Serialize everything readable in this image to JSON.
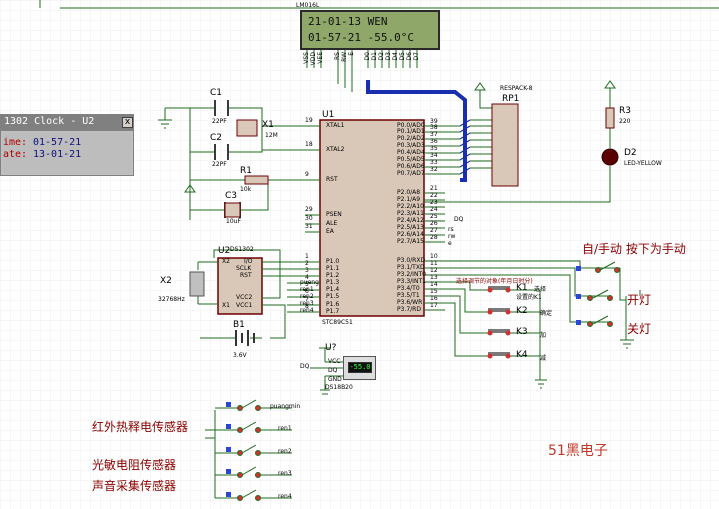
{
  "lcd": {
    "part": "LM016L",
    "line1": "21-01-13 WEN",
    "line2": "01-57-21 -55.0°C",
    "pins": [
      "VSS",
      "VDD",
      "VEE",
      "RS",
      "RW",
      "E",
      "D0",
      "D1",
      "D2",
      "D3",
      "D4",
      "D5",
      "D6",
      "D7"
    ]
  },
  "ds_window": {
    "title": "1302 Clock - U2",
    "close": "x",
    "time_label": "ime:",
    "time_value": "01-57-21",
    "date_label": "ate:",
    "date_value": "13-01-21"
  },
  "components": {
    "u1": {
      "ref": "U1",
      "part": "STC89C51",
      "left_pins": [
        "XTAL1",
        "XTAL2",
        "RST",
        "PSEN",
        "ALE",
        "EA",
        "P1.0",
        "P1.1",
        "P1.2",
        "P1.3",
        "P1.4",
        "P1.5",
        "P1.6",
        "P1.7"
      ],
      "left_nums": [
        "19",
        "18",
        "9",
        "29",
        "30",
        "31",
        "1",
        "2",
        "3",
        "4",
        "5",
        "6",
        "7",
        "8"
      ],
      "right_pins": [
        "P0.0/AD0",
        "P0.1/AD1",
        "P0.2/AD2",
        "P0.3/AD3",
        "P0.4/AD4",
        "P0.5/AD5",
        "P0.6/AD6",
        "P0.7/AD7",
        "P2.0/A8",
        "P2.1/A9",
        "P2.2/A10",
        "P2.3/A11",
        "P2.4/A12",
        "P2.5/A13",
        "P2.6/A14",
        "P2.7/A15",
        "P3.0/RXD",
        "P3.1/TXD",
        "P3.2/INT0",
        "P3.3/INT1",
        "P3.4/T0",
        "P3.5/T1",
        "P3.6/WR",
        "P3.7/RD"
      ],
      "right_nums": [
        "39",
        "38",
        "37",
        "36",
        "35",
        "34",
        "33",
        "32",
        "21",
        "22",
        "23",
        "24",
        "25",
        "26",
        "27",
        "28",
        "10",
        "11",
        "12",
        "13",
        "14",
        "15",
        "16",
        "17"
      ]
    },
    "u2": {
      "ref": "U2",
      "part": "DS1302",
      "pins": [
        "X2",
        "SCLK",
        "RST",
        "I/O",
        "X1",
        "VCC2",
        "VCC1"
      ]
    },
    "u7": {
      "ref": "U?",
      "part": "DS18B20",
      "pins": [
        "VCC",
        "DQ",
        "GND"
      ],
      "display": "-55.0"
    },
    "rp1": {
      "ref": "RP1",
      "part": "RESPACK-8"
    },
    "c1": {
      "ref": "C1",
      "value": "22PF"
    },
    "c2": {
      "ref": "C2",
      "value": "22PF"
    },
    "c3": {
      "ref": "C3",
      "value": "10uF"
    },
    "x1": {
      "ref": "X1",
      "value": "12M"
    },
    "x2": {
      "ref": "X2",
      "value": "32768Hz"
    },
    "r1": {
      "ref": "R1",
      "value": "10k"
    },
    "r3": {
      "ref": "R3",
      "value": "220"
    },
    "d2": {
      "ref": "D2",
      "part": "LED-YELLOW"
    },
    "b1": {
      "ref": "B1",
      "value": "3.6V"
    },
    "dq": "DQ",
    "p2_labels": [
      "DQ",
      "rs",
      "rw",
      "e"
    ],
    "p1_nets": [
      "pueng",
      "ren1",
      "ren2",
      "ren3",
      "ren4"
    ],
    "keys": [
      {
        "ref": "K1",
        "label": "选择",
        "note": "选择调节的对象(年月日时分)",
        "sub": "设置的K1"
      },
      {
        "ref": "K2",
        "label": "确定"
      },
      {
        "ref": "K3",
        "label": "加"
      },
      {
        "ref": "K4",
        "label": "减"
      }
    ],
    "sensors": [
      "puangmin",
      "ren1",
      "ren2",
      "ren3",
      "ren4"
    ]
  },
  "annotations": {
    "auto_manual": "自/手动 按下为手动",
    "light_on": "开灯",
    "light_off": "关灯",
    "pir": "红外热释电传感器",
    "ldr": "光敏电阻传感器",
    "sound": "声音采集传感器",
    "brand": "51黑电子"
  },
  "colors": {
    "wire": "#1f6b1f",
    "bus": "#1a2fb0",
    "part_fill": "#d9c7b8",
    "part_border": "#6b0000",
    "annotation": "#8b0000",
    "brand": "#c0392b",
    "grid": "#eaeaea"
  }
}
